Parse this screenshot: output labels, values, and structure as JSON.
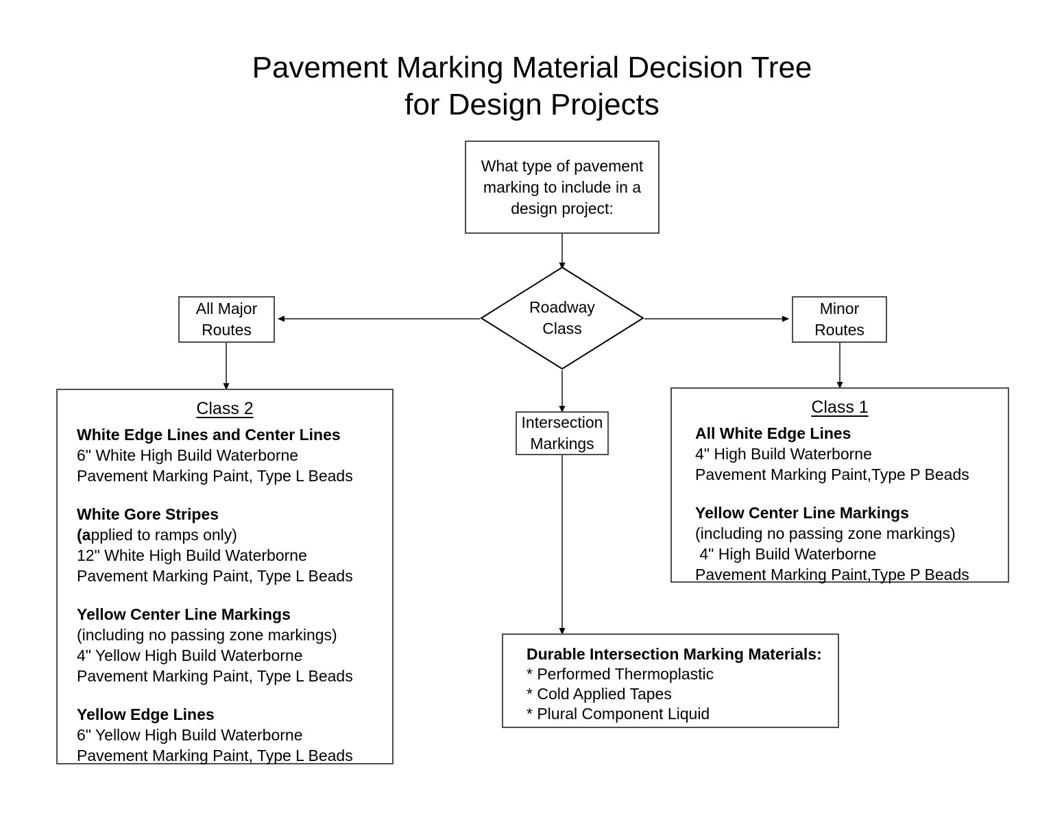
{
  "title": "Pavement Marking Material Decision Tree\nfor Design Projects",
  "nodes": {
    "root_question": "What type of pavement\nmarking to include in a\ndesign project:",
    "decision": "Roadway\nClass",
    "major_routes": "All Major\nRoutes",
    "minor_routes": "Minor\nRoutes",
    "intersection_markings": "Intersection\nMarkings"
  },
  "class2": {
    "heading": "Class 2",
    "groups": [
      {
        "title": "White Edge Lines and Center Lines",
        "lines": [
          "6\" White High Build Waterborne",
          "Pavement Marking Paint, Type L Beads"
        ]
      },
      {
        "title": "White Gore Stripes",
        "lines": [
          "(applied to ramps only)",
          "12\" White High Build Waterborne",
          "Pavement Marking Paint, Type L Beads"
        ]
      },
      {
        "title": "Yellow Center Line Markings",
        "lines": [
          "(including no passing zone markings)",
          "4\" Yellow High Build Waterborne",
          "Pavement Marking Paint, Type L Beads"
        ]
      },
      {
        "title": "Yellow Edge Lines",
        "lines": [
          "6\" Yellow High Build Waterborne",
          "Pavement Marking Paint, Type L Beads"
        ]
      }
    ]
  },
  "class1": {
    "heading": "Class 1",
    "groups": [
      {
        "title": "All White Edge Lines",
        "lines": [
          "4\" High Build Waterborne",
          "Pavement Marking Paint,Type P Beads"
        ]
      },
      {
        "title": "Yellow Center Line Markings",
        "lines": [
          "(including no passing zone markings)",
          " 4\" High Build Waterborne",
          "Pavement Marking Paint,Type P Beads"
        ]
      }
    ]
  },
  "durable": {
    "title": "Durable Intersection Marking Materials:",
    "lines": [
      "* Performed Thermoplastic",
      "* Cold Applied Tapes",
      "* Plural Component Liquid"
    ]
  },
  "colors": {
    "stroke": "#4d4d4d",
    "text": "#000000",
    "background": "#ffffff"
  }
}
